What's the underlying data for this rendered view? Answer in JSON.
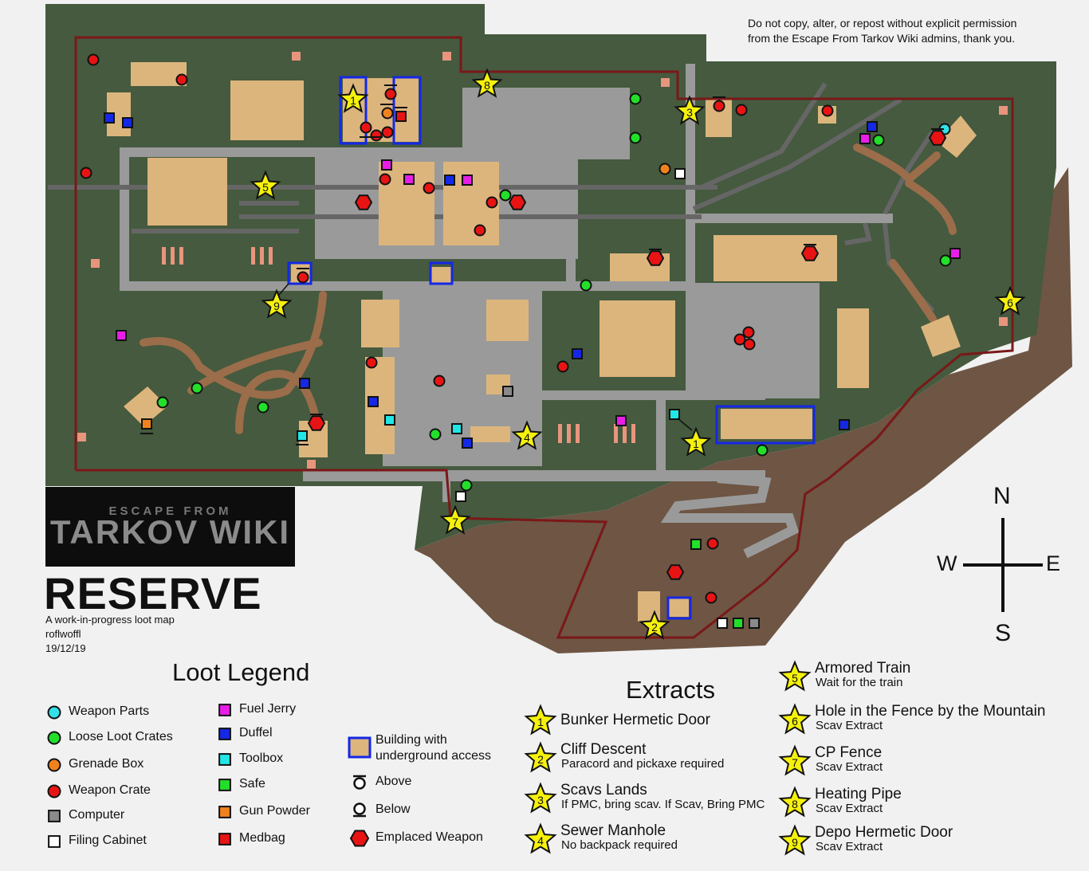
{
  "notice": [
    "Do not copy, alter, or repost without explicit permission",
    "from the Escape From Tarkov Wiki admins, thank you."
  ],
  "logo": {
    "small": "ESCAPE FROM",
    "big": "TARKOV WIKI"
  },
  "title": "RESERVE",
  "subtitle": "A work-in-progress loot map",
  "author": "roflwoffl",
  "date": "19/12/19",
  "compass": {
    "n": "N",
    "s": "S",
    "e": "E",
    "w": "W"
  },
  "legend": {
    "title": "Loot Legend",
    "col1": [
      {
        "label": "Weapon Parts",
        "shape": "circle",
        "color": "#33e0e6"
      },
      {
        "label": "Loose Loot Crates",
        "shape": "circle",
        "color": "#22e02a"
      },
      {
        "label": "Grenade Box",
        "shape": "circle",
        "color": "#f0821e"
      },
      {
        "label": "Weapon Crate",
        "shape": "circle",
        "color": "#e81414"
      },
      {
        "label": "Computer",
        "shape": "square",
        "color": "#8a8a8a"
      },
      {
        "label": "Filing Cabinet",
        "shape": "square",
        "color": "#ffffff"
      }
    ],
    "col2": [
      {
        "label": "Fuel Jerry",
        "shape": "square",
        "color": "#e81ee8"
      },
      {
        "label": "Duffel",
        "shape": "square",
        "color": "#1428e6"
      },
      {
        "label": "Toolbox",
        "shape": "square",
        "color": "#22e6e6"
      },
      {
        "label": "Safe",
        "shape": "square",
        "color": "#22e02a"
      },
      {
        "label": "Gun Powder",
        "shape": "square",
        "color": "#f0821e"
      },
      {
        "label": "Medbag",
        "shape": "square",
        "color": "#e81414"
      }
    ],
    "col3": [
      {
        "label": "Building with underground access",
        "lines": [
          "Building with",
          "underground access"
        ],
        "shape": "building"
      },
      {
        "label": "Above",
        "shape": "above"
      },
      {
        "label": "Below",
        "shape": "below"
      },
      {
        "label": "Emplaced Weapon",
        "shape": "hexagon",
        "color": "#e81414"
      }
    ]
  },
  "extracts": {
    "title": "Extracts",
    "items": [
      {
        "n": "1",
        "name": "Bunker Hermetic Door",
        "note": ""
      },
      {
        "n": "2",
        "name": "Cliff Descent",
        "note": "Paracord and pickaxe required"
      },
      {
        "n": "3",
        "name": "Scavs Lands",
        "note": "If PMC, bring scav. If Scav, Bring PMC"
      },
      {
        "n": "4",
        "name": "Sewer Manhole",
        "note": "No backpack required"
      },
      {
        "n": "5",
        "name": "Armored Train",
        "note": "Wait for the train"
      },
      {
        "n": "6",
        "name": "Hole in the Fence by the Mountain",
        "note": "Scav Extract"
      },
      {
        "n": "7",
        "name": "CP Fence",
        "note": "Scav Extract"
      },
      {
        "n": "8",
        "name": "Heating Pipe",
        "note": "Scav Extract"
      },
      {
        "n": "9",
        "name": "Depo Hermetic Door",
        "note": "Scav Extract"
      }
    ]
  },
  "map_stars": [
    {
      "n": "1"
    },
    {
      "n": "1"
    },
    {
      "n": "2"
    },
    {
      "n": "3"
    },
    {
      "n": "4"
    },
    {
      "n": "5"
    },
    {
      "n": "6"
    },
    {
      "n": "7"
    },
    {
      "n": "8"
    },
    {
      "n": "9"
    }
  ],
  "colors": {
    "grass": "#455a3e",
    "dirt": "#6e5544",
    "road": "#9a9a9a",
    "building": "#dcb57d",
    "border": "#7a1818",
    "star": "#f5f10c",
    "underground": "#1428e6",
    "rail": "#666666",
    "path": "#9b6d4b"
  }
}
